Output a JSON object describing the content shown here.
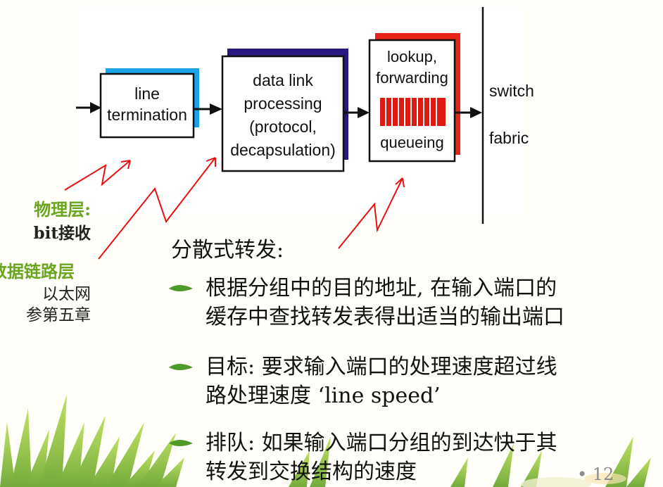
{
  "diagram": {
    "box1": [
      "line",
      "termination"
    ],
    "box2": [
      "data link",
      "processing",
      "(protocol,",
      "decapsulation)"
    ],
    "box3_top": [
      "lookup,",
      "forwarding"
    ],
    "box3_bottom": "queueing",
    "fabric_label": [
      "switch",
      "fabric"
    ]
  },
  "annotations": {
    "physical": "物理层:",
    "physical_desc": "bit接收",
    "datalink": "数据链路层",
    "datalink_desc1": "以太网",
    "datalink_desc2": "参第五章"
  },
  "heading": "分散式转发:",
  "bullets": [
    {
      "line1": "根据分组中的目的地址, 在输入端口的",
      "line2": "缓存中查找转发表得出适当的输出端口"
    },
    {
      "line1": "目标: 要求输入端口的处理速度超过线",
      "line2": "路处理速度 ‘line speed’"
    },
    {
      "line1": "排队: 如果输入端口分组的到达快于其",
      "line2": "转发到交换结构的速度"
    }
  ],
  "page_number": "• 12",
  "colors": {
    "blue_shadow": "#1aa3e8",
    "navy_shadow": "#2a1780",
    "red_shadow": "#e82418",
    "green_text": "#6aa51d",
    "annotation_red": "#e81010"
  }
}
